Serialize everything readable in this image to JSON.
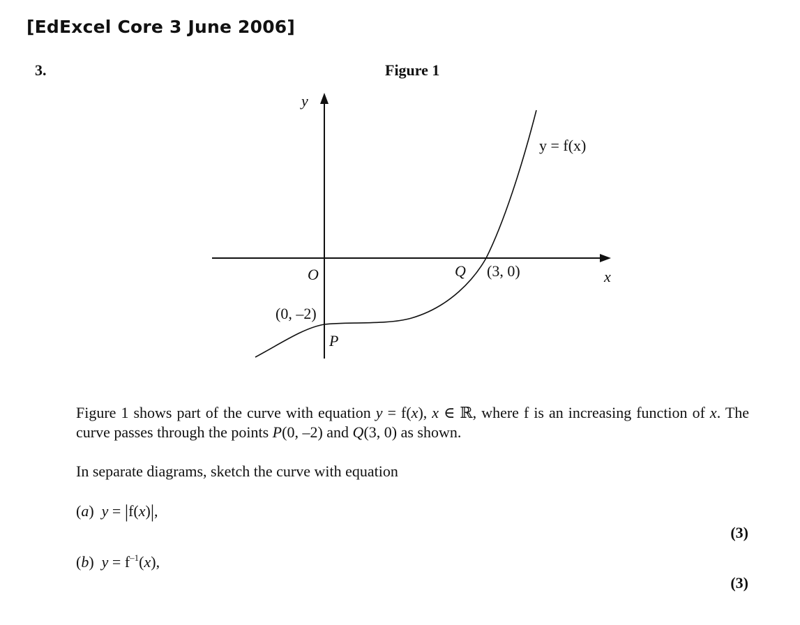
{
  "header": {
    "source": "[EdExcel Core 3 June 2006]"
  },
  "question": {
    "number": "3.",
    "figure_title": "Figure 1"
  },
  "figure": {
    "y_axis_label": "y",
    "x_axis_label": "x",
    "origin_label": "O",
    "curve_label": "y = f(x)",
    "point_p_label": "P",
    "point_p_coords": "(0, –2)",
    "point_q_label": "Q",
    "point_q_coords": "(3, 0)"
  },
  "body": {
    "p1_a": "Figure 1 shows part of the curve with equation ",
    "p1_y": "y",
    "p1_b": " = f(",
    "p1_x": "x",
    "p1_c": "), ",
    "p1_x2": "x",
    "p1_d": " ∈ ℝ, where f is an increasing function of ",
    "p1_x3": "x",
    "p1_e": ". The curve passes through the points ",
    "p1_P": "P",
    "p1_f": "(0, –2) and ",
    "p1_Q": "Q",
    "p1_g": "(3, 0) as shown.",
    "p2": "In separate diagrams, sketch the curve with equation"
  },
  "parts": {
    "a_label": "a",
    "a_y": "y",
    "a_eq": " = ",
    "a_bar_open": "|",
    "a_fx_f": "f(",
    "a_fx_x": "x",
    "a_fx_close": ")",
    "a_bar_close": "|",
    "a_tail": ",",
    "a_marks": "(3)",
    "b_label": "b",
    "b_y": "y",
    "b_eq": " = f",
    "b_sup": "–1",
    "b_open": "(",
    "b_x": "x",
    "b_tail": "),",
    "b_marks": "(3)"
  }
}
